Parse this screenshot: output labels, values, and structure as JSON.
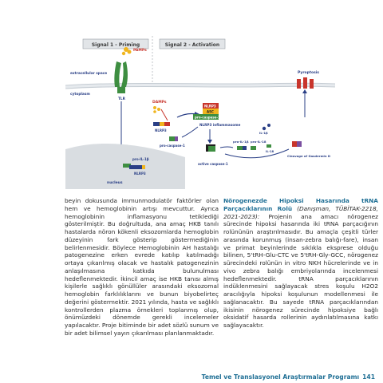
{
  "figure": {
    "signal1_title": "Signal 1 - Priming",
    "signal2_title": "Signal 2 - Activation",
    "pamps": "PAMPs",
    "extracellular_space": "extracellular space",
    "cytoplasm": "cytoplasm",
    "tlr": "TLR",
    "damps": "DAMPs",
    "nlrp3": "NLRP3",
    "asc": "ASC",
    "pro_caspase1": "pro-caspase-1",
    "nlrp3_inflammasome": "NLRP3 inflammasome",
    "pro_il1b": "pro-IL-1β",
    "pro_il18": "pro-IL-18",
    "il18": "IL-18",
    "il1b": "IL-1β",
    "pyroptosis": "Pyroptosis",
    "active_caspase1": "active caspase-1",
    "cleavage": "Cleavage of Gasdermin D",
    "nucleus": "nucleus",
    "nlrp3_nucleus": "NLRP3",
    "colors": {
      "green": "#3e8e41",
      "orange": "#f0b51e",
      "red": "#c8352c",
      "grey": "#b8bcc0",
      "blue": "#2a3f86",
      "purple": "#7a4fa0"
    }
  },
  "left_column": {
    "text": "beyin dokusunda immunmodulatör faktörler olan hem ve hemoglobinin artışı mevcuttur. Ayrıca hemoglobinin inflamasyonu tetiklediği gösterilmiştir. Bu doğrultuda, ana amaç HKB tanılı hastalarda nöron kökenli eksozomlarda hemoglobin düzeyinin fark gösterip göstermediğinin belirlenmesidir. Böylece Hemoglobinin AH hastalığı patogenezine erken evrede katılıp katılmadığı ortaya çıkarılmış olacak ve hastalık patogenezinin anlaşılmasına katkıda bulunulması hedeflenmektedir. İkincil amaç ise HKB tanısı almış kişilerle sağlıklı gönüllüler arasındaki eksozomal hemoglobin farklılıklarını ve bunun biyobelirteç değerini göstermektir. 2021 yılında, hasta ve sağlıklı kontrollerden plazma örnekleri toplanmış olup, önümüzdeki dönemde gerekli incelemeler yapılacaktır. Proje bitiminde bir adet sözlü sunum ve bir adet bilimsel yayın çıkarılması planlanmaktadır."
  },
  "right_column": {
    "heading": "Nörogenezde Hipoksi Hasarında tRNA Parçacıklarının Rolü",
    "meta": "(Danışman, TÜBİTAK-2218, 2021-2023):",
    "text": " Projenin ana amacı nörogenez sürecinde hipoksi hasarında iki tRNA parçacığının rolününün araştırılmasıdır. Bu amaçla çeşitli türler arasında korunmuş (insan-zebra balığı-fare), insan ve primat beyinlerinde sıklıkla eksprese olduğu bilinen, 5'tRH-Glu-CTC ve 5'tRH-Gly-GCC, nörogenez sürecindeki rolünün in vitro NKH hücrelerinde ve in vivo zebra balığı embriyolarında incelenmesi hedeflenmektedir. tRNA parçacıklarının indüklenmesini sağlayacak stres koşulu H2O2 aracılığıyla hipoksi koşulunun modellenmesi ile sağlanacaktır. Bu sayede tRNA parçacıklarından ikisinin nörogenez sürecinde hipoksiye bağlı oksidatif hasarda rollerinin aydınlatılmasına katkı sağlayacaktır."
  },
  "footer": {
    "title": "Temel ve Translasyonel Araştırmalar Programı",
    "page": "141"
  }
}
